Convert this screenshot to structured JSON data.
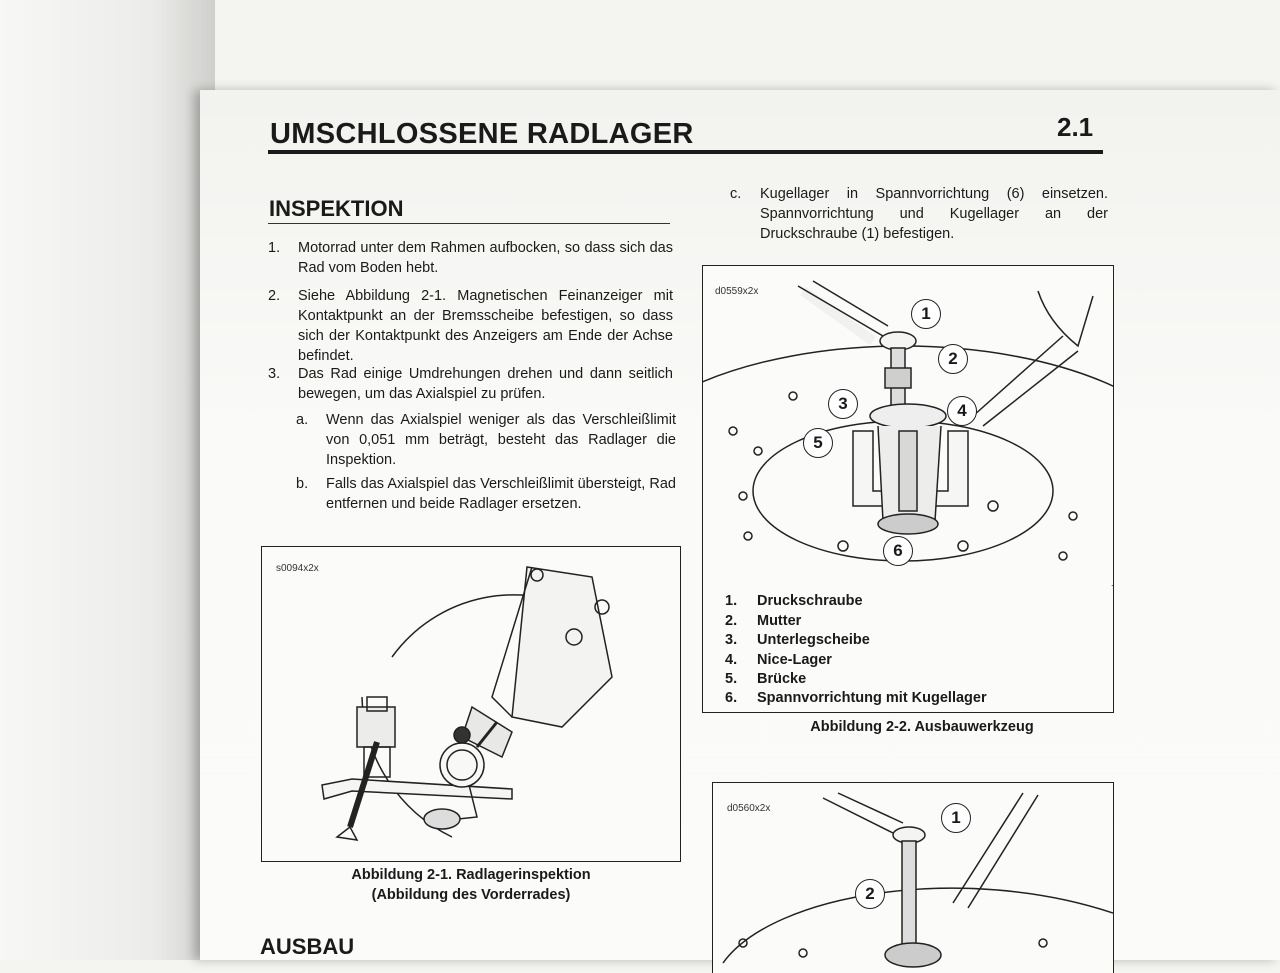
{
  "header": {
    "title": "UMSCHLOSSENE RADLAGER",
    "section_number": "2.1"
  },
  "inspektion": {
    "heading": "INSPEKTION",
    "steps": [
      {
        "num": "1.",
        "text": "Motorrad unter dem Rahmen aufbocken, so dass sich das Rad vom Boden hebt."
      },
      {
        "num": "2.",
        "text": "Siehe Abbildung 2-1. Magnetischen Feinanzeiger mit Kontaktpunkt an der Bremsscheibe befestigen, so dass sich der Kontaktpunkt des Anzeigers am Ende der Achse befindet."
      },
      {
        "num": "3.",
        "text": "Das Rad einige Umdrehungen drehen und dann seitlich bewegen, um das Axialspiel zu prüfen."
      }
    ],
    "substeps": [
      {
        "num": "a.",
        "text": "Wenn das Axialspiel weniger als das Verschleißlimit von 0,051 mm beträgt, besteht das Radlager die Inspektion."
      },
      {
        "num": "b.",
        "text": "Falls das Axialspiel das Verschleißlimit übersteigt, Rad entfernen und beide Radlager ersetzen."
      }
    ]
  },
  "right_column": {
    "step_c": {
      "num": "c.",
      "text": "Kugellager in Spannvorrichtung (6) einsetzen. Spannvorrichtung und Kugellager an der Druckschraube (1) befestigen."
    }
  },
  "figure_1": {
    "id": "s0094x2x",
    "caption_line1": "Abbildung 2-1. Radlagerinspektion",
    "caption_line2": "(Abbildung des Vorderrades)"
  },
  "figure_2": {
    "id": "d0559x2x",
    "callouts": [
      "1",
      "2",
      "3",
      "4",
      "5",
      "6"
    ],
    "legend": [
      {
        "num": "1.",
        "label": "Druckschraube"
      },
      {
        "num": "2.",
        "label": "Mutter"
      },
      {
        "num": "3.",
        "label": "Unterlegscheibe"
      },
      {
        "num": "4.",
        "label": "Nice-Lager"
      },
      {
        "num": "5.",
        "label": "Brücke"
      },
      {
        "num": "6.",
        "label": "Spannvorrichtung mit Kugellager"
      }
    ],
    "caption": "Abbildung 2-2. Ausbauwerkzeug"
  },
  "figure_3": {
    "id": "d0560x2x",
    "callouts": [
      "1",
      "2"
    ]
  },
  "ausbau": {
    "heading": "AUSBAU"
  }
}
